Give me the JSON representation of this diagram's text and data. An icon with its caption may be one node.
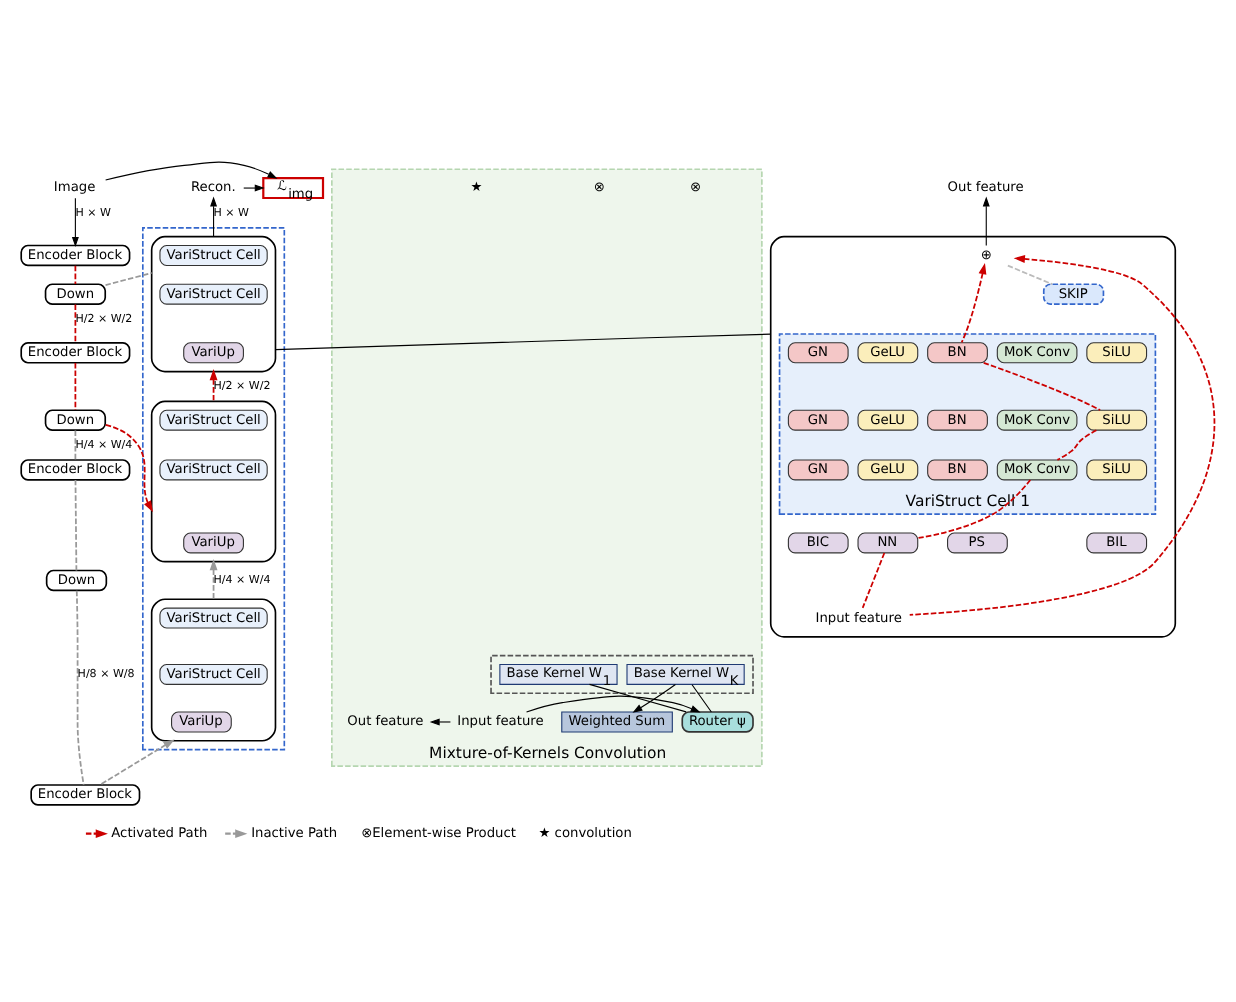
{
  "diagram": {
    "nodes": [
      {
        "text": [
          "Image"
        ]
      },
      {
        "text": [
          "ℒ$_{img}$"
        ]
      },
      {
        "text": [
          "Recon."
        ]
      },
      {
        "text": [
          "Encoder Block"
        ]
      },
      {
        "text": [
          "Down"
        ]
      },
      {
        "text": [
          "Encoder Block"
        ]
      },
      {
        "text": [
          "Down"
        ]
      },
      {
        "text": [
          "Encoder Block"
        ]
      },
      {
        "text": [
          "Down"
        ]
      },
      {
        "text": [
          "Encoder Block"
        ]
      },
      {
        "text": [],
        "shape": "box"
      },
      {
        "text": [],
        "shape": "box",
        "in": 10
      },
      {
        "text": [
          "VariStruct Cell"
        ],
        "in": 11
      },
      {
        "text": [
          "VariStruct Cell"
        ],
        "in": 11
      },
      {
        "text": [
          "VariUp"
        ],
        "in": 11
      },
      {
        "text": [],
        "shape": "box",
        "in": 10
      },
      {
        "text": [
          "VariStruct Cell"
        ],
        "in": 15
      },
      {
        "text": [
          "VariStruct Cell"
        ],
        "in": 15
      },
      {
        "text": [
          "VariUp"
        ],
        "in": 15
      },
      {
        "text": [],
        "shape": "box",
        "in": 10
      },
      {
        "text": [
          "VariStruct Cell"
        ],
        "in": 19
      },
      {
        "text": [
          "VariStruct Cell"
        ],
        "in": 19
      },
      {
        "text": [
          "VariUp"
        ],
        "in": 19
      },
      {
        "text": [],
        "shape": "box"
      },
      {
        "text": [
          "SKIP"
        ],
        "in": 23
      },
      {
        "text": [
          "VariStruct Cell 1"
        ],
        "in": 23
      },
      {
        "text": [
          "SiLU"
        ],
        "in": 25
      },
      {
        "text": [
          "GeLU"
        ],
        "in": 25
      },
      {
        "text": [
          "GN"
        ],
        "in": 25
      },
      {
        "text": [
          "BN"
        ],
        "in": 25
      },
      {
        "text": [
          "MoK Conv"
        ],
        "in": 25
      },
      {
        "text": [
          "SiLU"
        ],
        "in": 25
      },
      {
        "text": [
          "GeLU"
        ],
        "in": 25
      },
      {
        "text": [
          "GN"
        ],
        "in": 25
      },
      {
        "text": [
          "BN"
        ],
        "in": 25
      },
      {
        "text": [
          "MoK Conv"
        ],
        "in": 25
      },
      {
        "text": [
          "SiLU"
        ],
        "in": 25
      },
      {
        "text": [
          "GeLU"
        ],
        "in": 25
      },
      {
        "text": [
          "GN"
        ],
        "in": 25
      },
      {
        "text": [
          "BN"
        ],
        "in": 25
      },
      {
        "text": [
          "MoK Conv"
        ],
        "in": 25
      },
      {
        "text": [
          "BIL"
        ],
        "in": 23
      },
      {
        "text": [
          "NN"
        ],
        "in": 23
      },
      {
        "text": [
          "BIC"
        ],
        "in": 23
      },
      {
        "text": [
          "PS"
        ],
        "in": 23
      },
      {
        "text": [
          "Input feature"
        ],
        "in": 23
      },
      {
        "text": [
          "⊕"
        ],
        "in": 23
      },
      {
        "text": [
          "Out feature"
        ]
      },
      {
        "text": [
          "Mixture-of-Kernels Convolution"
        ]
      },
      {
        "text": [],
        "shape": "box",
        "in": 48
      },
      {
        "text": [
          "Base Kernel W$_{1}$"
        ],
        "in": 49
      },
      {
        "text": [
          "Base Kernel W$_{K}$"
        ],
        "in": 49
      },
      {
        "text": [
          "Weighted Sum"
        ],
        "in": 48
      },
      {
        "text": [
          "Input feature"
        ],
        "in": 48
      },
      {
        "text": [
          "Router ψ"
        ],
        "in": 48
      },
      {
        "text": [
          "Out feature"
        ],
        "in": 48
      }
    ],
    "edges": [
      {
        "from": 0,
        "to": 1,
        "arrow": "to"
      },
      {
        "from": 2,
        "to": 1,
        "arrow": "to"
      },
      {
        "from": 0,
        "to": 3,
        "arrow": "to",
        "label": "H × W"
      },
      {
        "from": 3,
        "to": 4,
        "arrow": "none",
        "style": "dashed",
        "color": "#cc0000"
      },
      {
        "from": 4,
        "to": 5,
        "arrow": "none",
        "style": "dashed",
        "color": "#cc0000",
        "label": "H/2 × W/2"
      },
      {
        "from": 5,
        "to": 6,
        "arrow": "none",
        "style": "dashed",
        "color": "#cc0000"
      },
      {
        "from": 6,
        "to": 15,
        "arrow": "to",
        "style": "dashed",
        "color": "#cc0000"
      },
      {
        "from": 6,
        "to": 7,
        "arrow": "none",
        "style": "dashed",
        "color": "#999999",
        "label": "H/4 × W/4"
      },
      {
        "from": 7,
        "to": 8,
        "arrow": "none",
        "style": "dashed",
        "color": "#999999"
      },
      {
        "from": 8,
        "to": 9,
        "arrow": "none",
        "style": "dashed",
        "color": "#999999",
        "label": "H/8 × W/8"
      },
      {
        "from": 9,
        "to": 19,
        "arrow": "to",
        "style": "dashed",
        "color": "#999999"
      },
      {
        "from": 19,
        "to": 15,
        "arrow": "to",
        "style": "dashed",
        "color": "#999999",
        "label": "H/4 × W/4"
      },
      {
        "from": 15,
        "to": 11,
        "arrow": "to",
        "style": "dashed",
        "color": "#cc0000",
        "label": "H/2 × W/2"
      },
      {
        "from": 4,
        "to": 11,
        "arrow": "none",
        "style": "dashed",
        "color": "#999999"
      },
      {
        "from": 11,
        "to": 2,
        "arrow": "to",
        "label": "H × W"
      },
      {
        "from": 11,
        "to": 23,
        "arrow": "none"
      },
      {
        "from": 45,
        "to": 42,
        "arrow": "none",
        "style": "dashed",
        "color": "#cc0000"
      },
      {
        "from": 42,
        "to": 40,
        "arrow": "none",
        "style": "dashed",
        "color": "#cc0000"
      },
      {
        "from": 40,
        "to": 31,
        "arrow": "none",
        "style": "dashed",
        "color": "#cc0000"
      },
      {
        "from": 31,
        "to": 29,
        "arrow": "none",
        "style": "dashed",
        "color": "#cc0000"
      },
      {
        "from": 29,
        "to": 46,
        "arrow": "to",
        "style": "dashed",
        "color": "#cc0000"
      },
      {
        "from": 45,
        "to": 46,
        "arrow": "to",
        "style": "dashed",
        "color": "#cc0000"
      },
      {
        "from": 24,
        "to": 46,
        "arrow": "none",
        "style": "dashed",
        "color": "#bbbbbb"
      },
      {
        "from": 46,
        "to": 47,
        "arrow": "to"
      },
      {
        "from": 51,
        "to": 52,
        "arrow": "to"
      },
      {
        "from": 50,
        "to": 54,
        "arrow": "none"
      },
      {
        "from": 51,
        "to": 54,
        "arrow": "none"
      },
      {
        "from": 53,
        "to": 54,
        "arrow": "to"
      },
      {
        "from": 53,
        "to": 55,
        "arrow": "to"
      }
    ],
    "labels": [
      "⊗",
      "⊗",
      "★"
    ],
    "legend": [
      {
        "text": "Activated Path"
      },
      {
        "text": "Inactive Path"
      },
      {
        "text": "⊗Element-wise Product"
      },
      {
        "text": "★ convolution"
      }
    ]
  }
}
